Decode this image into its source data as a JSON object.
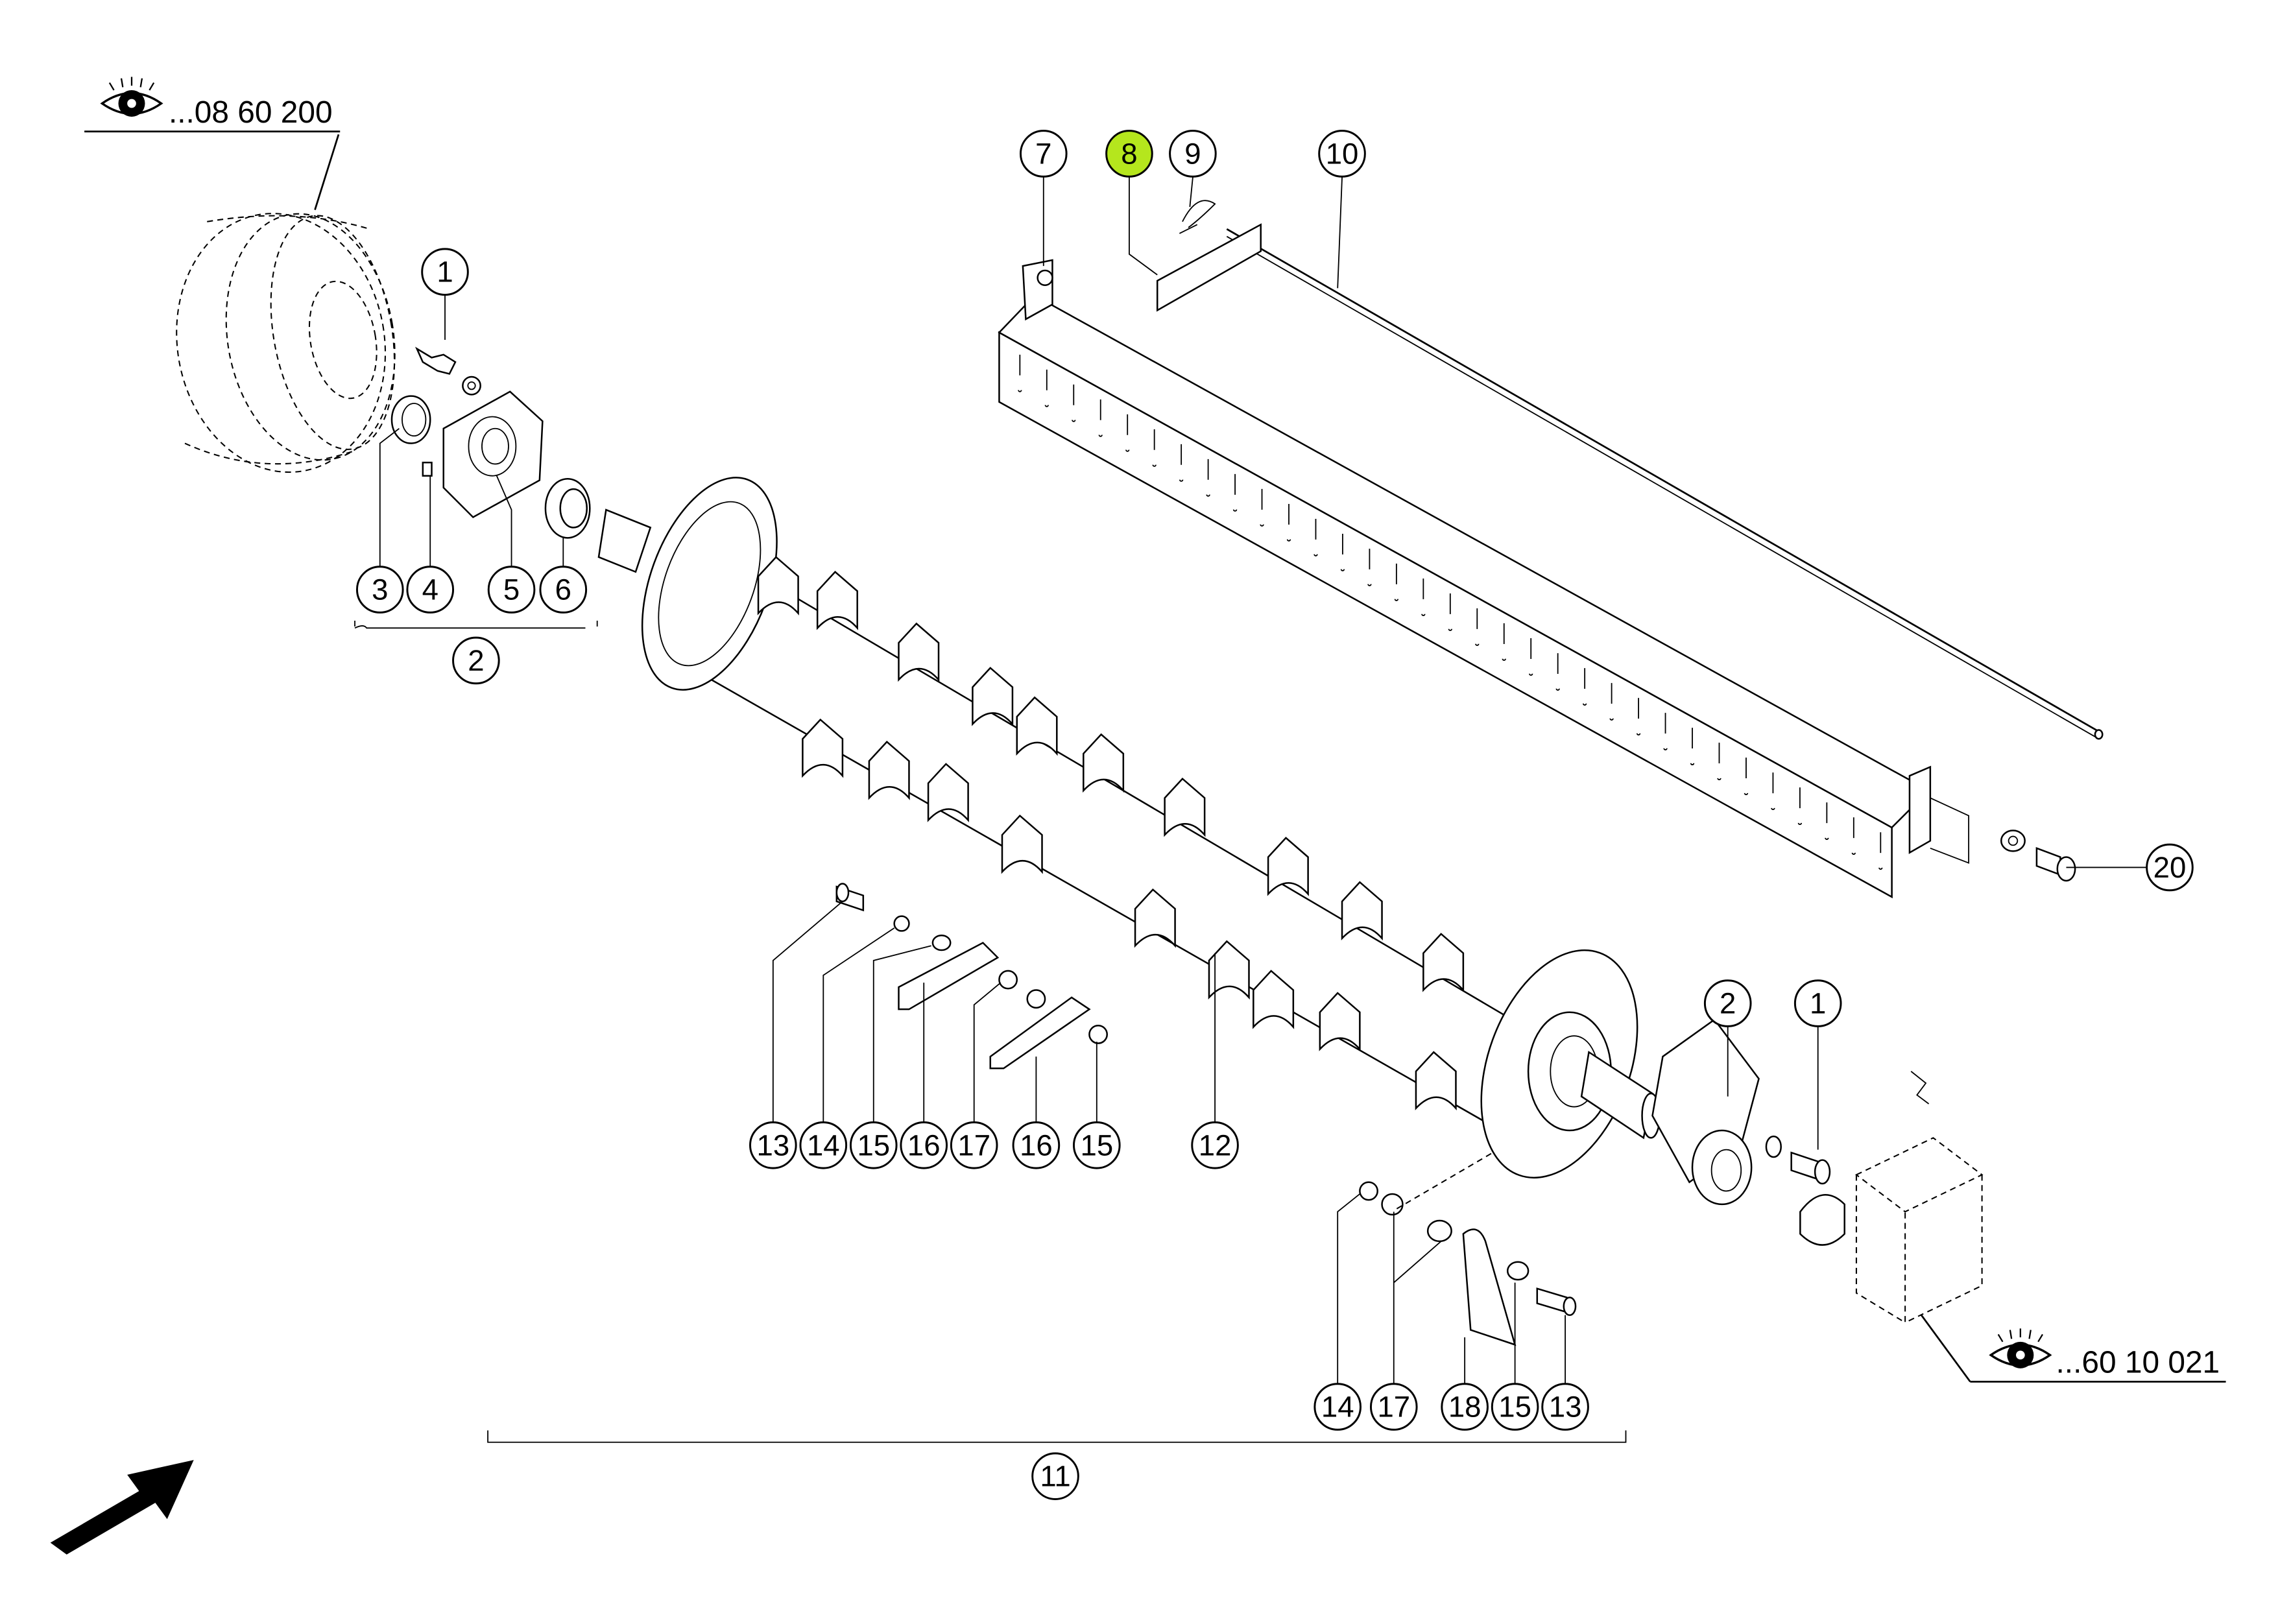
{
  "references": [
    {
      "label": "...08 60 200",
      "icon": "eye-icon"
    },
    {
      "label": "...60 10 021",
      "icon": "eye-icon"
    }
  ],
  "highlight_color": "#b5e61d",
  "callouts": [
    {
      "label": "7",
      "highlighted": false
    },
    {
      "label": "8",
      "highlighted": true
    },
    {
      "label": "9",
      "highlighted": false
    },
    {
      "label": "10",
      "highlighted": false
    },
    {
      "label": "1",
      "highlighted": false
    },
    {
      "label": "3",
      "highlighted": false
    },
    {
      "label": "4",
      "highlighted": false
    },
    {
      "label": "5",
      "highlighted": false
    },
    {
      "label": "6",
      "highlighted": false
    },
    {
      "label": "2",
      "highlighted": false
    },
    {
      "label": "20",
      "highlighted": false
    },
    {
      "label": "2",
      "highlighted": false
    },
    {
      "label": "1",
      "highlighted": false
    },
    {
      "label": "13",
      "highlighted": false
    },
    {
      "label": "14",
      "highlighted": false
    },
    {
      "label": "15",
      "highlighted": false
    },
    {
      "label": "16",
      "highlighted": false
    },
    {
      "label": "17",
      "highlighted": false
    },
    {
      "label": "16",
      "highlighted": false
    },
    {
      "label": "15",
      "highlighted": false
    },
    {
      "label": "12",
      "highlighted": false
    },
    {
      "label": "14",
      "highlighted": false
    },
    {
      "label": "17",
      "highlighted": false
    },
    {
      "label": "18",
      "highlighted": false
    },
    {
      "label": "15",
      "highlighted": false
    },
    {
      "label": "13",
      "highlighted": false
    },
    {
      "label": "11",
      "highlighted": false
    }
  ]
}
